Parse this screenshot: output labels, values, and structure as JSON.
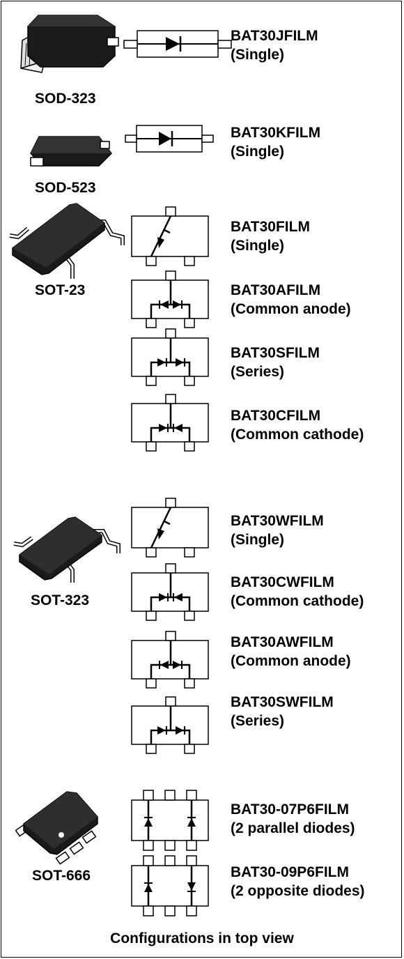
{
  "packages": [
    {
      "name": "SOD-323"
    },
    {
      "name": "SOD-523"
    },
    {
      "name": "SOT-23"
    },
    {
      "name": "SOT-323"
    },
    {
      "name": "SOT-666"
    }
  ],
  "parts": [
    {
      "name": "BAT30JFILM",
      "config": "(Single)"
    },
    {
      "name": "BAT30KFILM",
      "config": "(Single)"
    },
    {
      "name": "BAT30FILM",
      "config": "(Single)"
    },
    {
      "name": "BAT30AFILM",
      "config": "(Common anode)"
    },
    {
      "name": "BAT30SFILM",
      "config": "(Series)"
    },
    {
      "name": "BAT30CFILM",
      "config": "(Common cathode)"
    },
    {
      "name": "BAT30WFILM",
      "config": "(Single)"
    },
    {
      "name": "BAT30CWFILM",
      "config": "(Common cathode)"
    },
    {
      "name": "BAT30AWFILM",
      "config": "(Common anode)"
    },
    {
      "name": "BAT30SWFILM",
      "config": "(Series)"
    },
    {
      "name": "BAT30-07P6FILM",
      "config": "(2 parallel diodes)"
    },
    {
      "name": "BAT30-09P6FILM",
      "config": "(2 opposite diodes)"
    }
  ],
  "footer": "Configurations in top view"
}
